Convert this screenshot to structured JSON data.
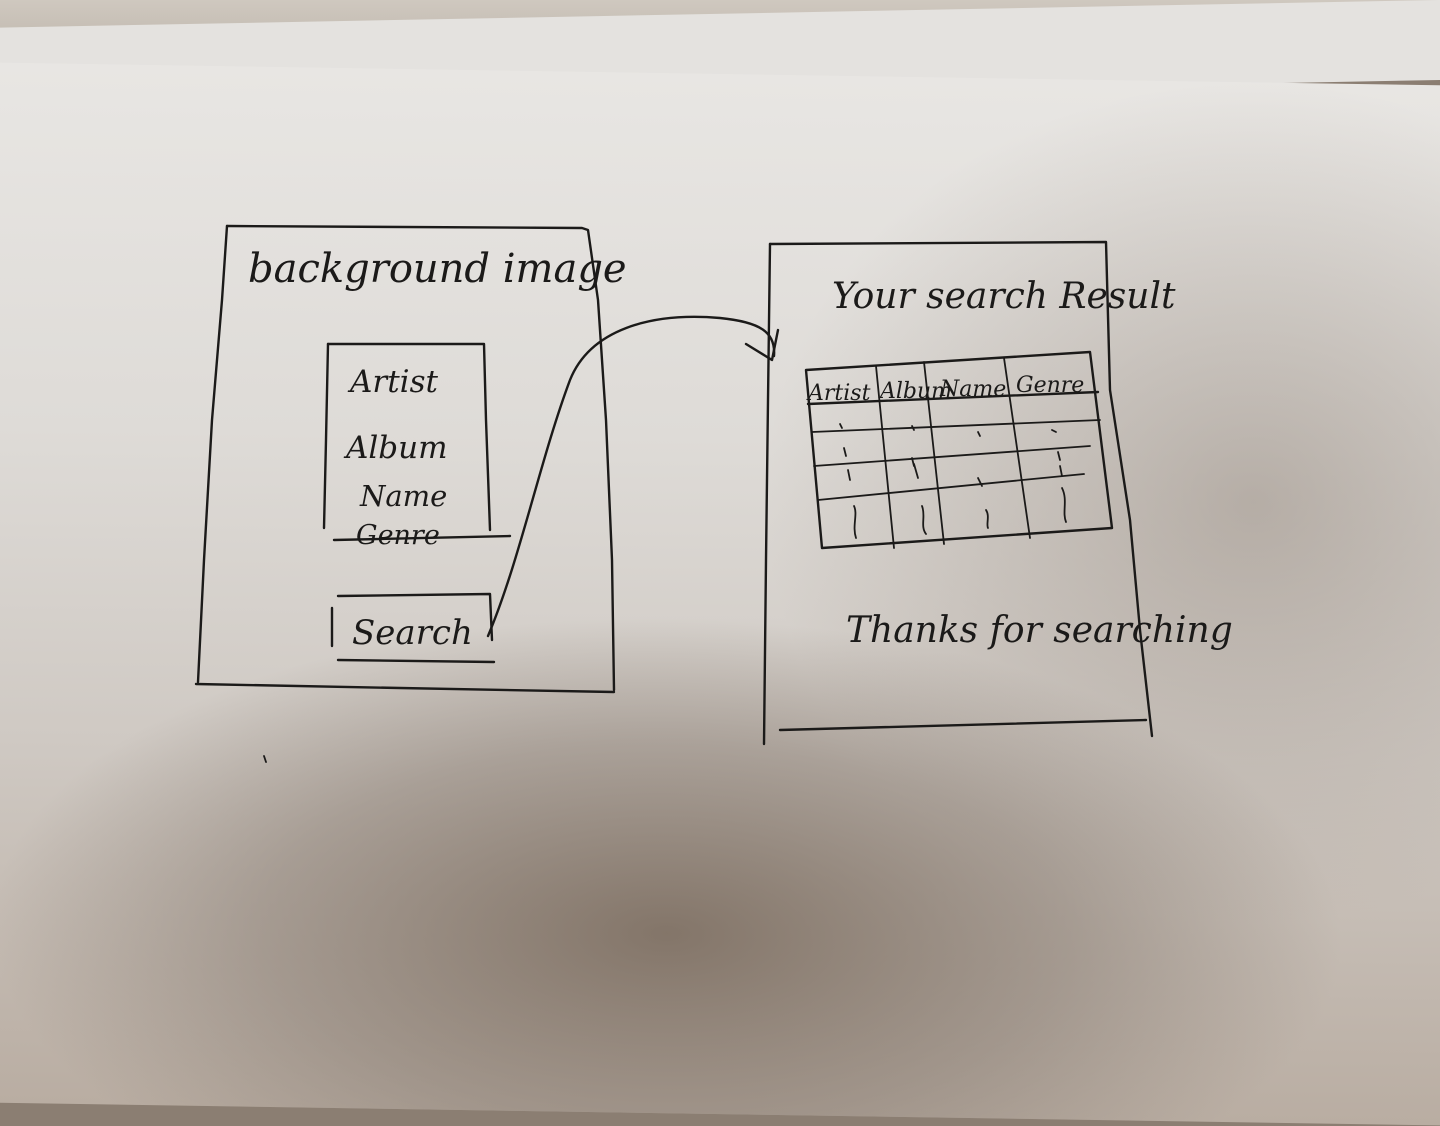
{
  "left_screen": {
    "heading": "background image",
    "fields": [
      "Artist",
      "Album",
      "Name",
      "Genre"
    ],
    "button_label": "Search"
  },
  "right_screen": {
    "title": "Your search Result",
    "table": {
      "headers": [
        "Artist",
        "Album",
        "Name",
        "Genre"
      ]
    },
    "footer": "Thanks for searching"
  },
  "colors": {
    "ink": "#1b1a19",
    "paper": "#e4e2df"
  }
}
